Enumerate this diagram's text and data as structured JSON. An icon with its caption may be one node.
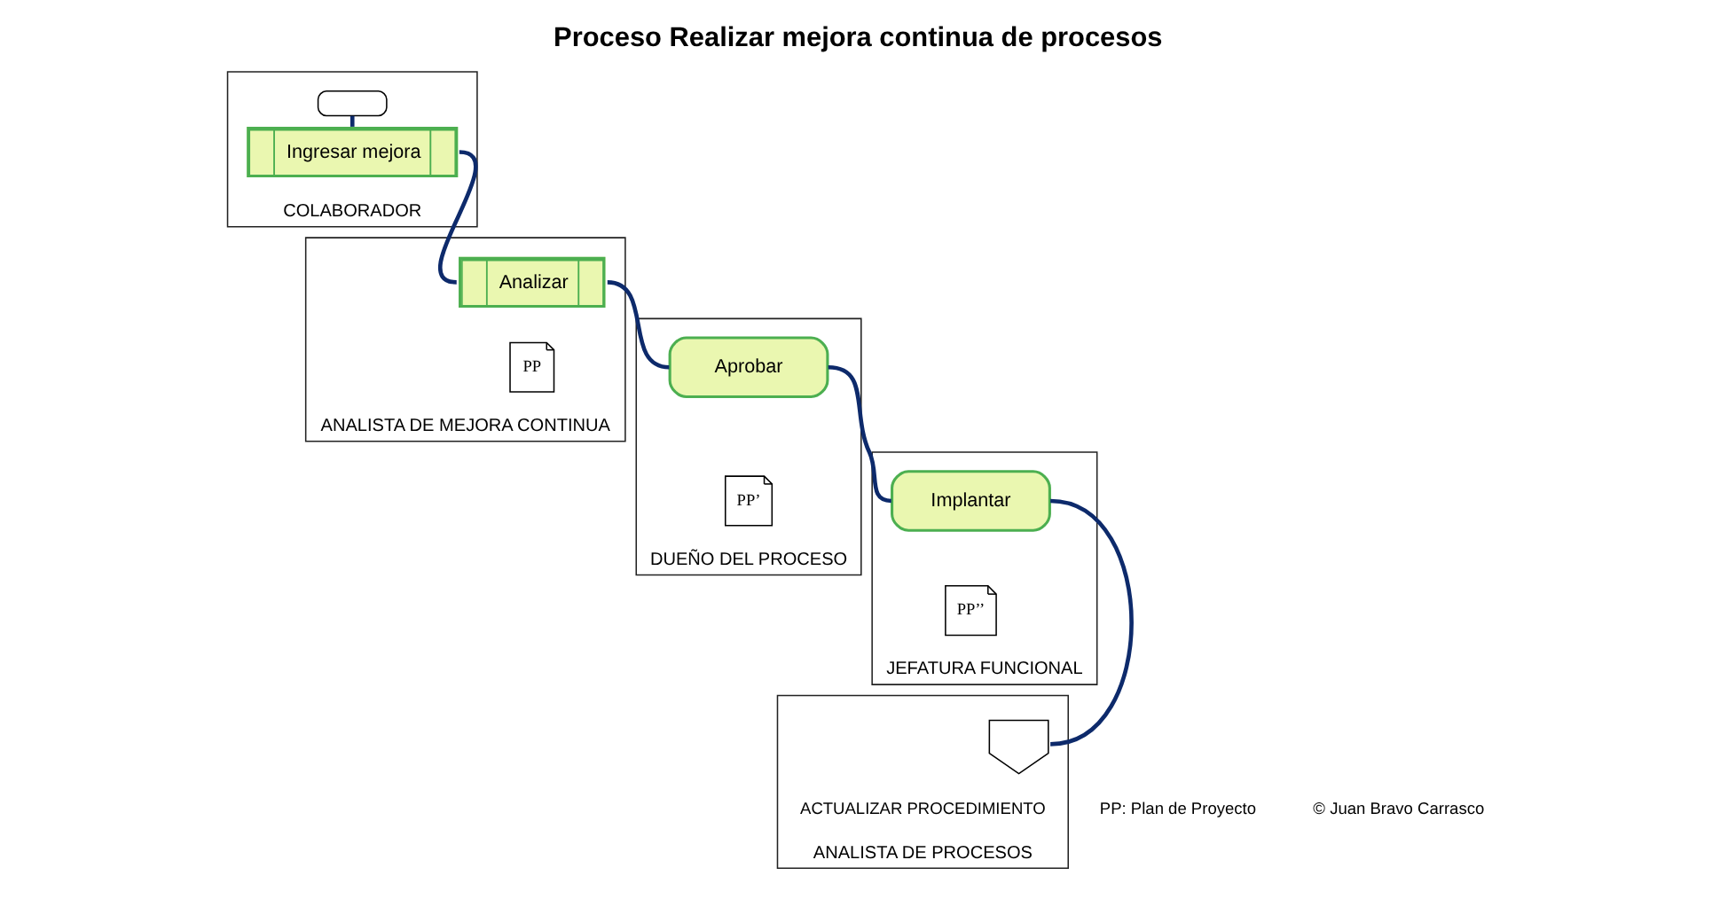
{
  "diagram": {
    "title": "Proceso Realizar mejora continua de procesos",
    "nodes": [
      {
        "text": [
          "COLABORADOR"
        ]
      },
      {
        "text": [
          "ANALISTA DE MEJORA CONTINUA"
        ]
      },
      {
        "text": [
          "DUEÑO DEL PROCESO"
        ]
      },
      {
        "text": [
          "JEFATURA FUNCIONAL"
        ]
      },
      {
        "text": [
          "ANALISTA DE PROCESOS"
        ]
      },
      {
        "text": [],
        "shape": "box",
        "in": 0
      },
      {
        "text": [
          "Ingresar mejora"
        ],
        "in": 0
      },
      {
        "text": [
          "Analizar"
        ],
        "in": 1
      },
      {
        "text": [
          "PP"
        ],
        "in": 1
      },
      {
        "text": [
          "Aprobar"
        ],
        "in": 2
      },
      {
        "text": [
          "PP’"
        ],
        "in": 2
      },
      {
        "text": [
          "Implantar"
        ],
        "in": 3
      },
      {
        "text": [
          "PP’’"
        ],
        "in": 3
      },
      {
        "text": [],
        "shape": "pentagon",
        "in": 4,
        "beside": [
          "ACTUALIZAR PROCEDIMIENTO"
        ]
      }
    ],
    "edges": [
      {
        "from": 5,
        "to": 6,
        "arrow": "none"
      },
      {
        "from": 6,
        "to": 7,
        "arrow": "none"
      },
      {
        "from": 7,
        "to": 9,
        "arrow": "none"
      },
      {
        "from": 9,
        "to": 11,
        "arrow": "none"
      },
      {
        "from": 11,
        "to": 13,
        "arrow": "none"
      }
    ],
    "labels": [
      "PP: Plan de Proyecto",
      "© Juan Bravo Carrasco"
    ]
  }
}
